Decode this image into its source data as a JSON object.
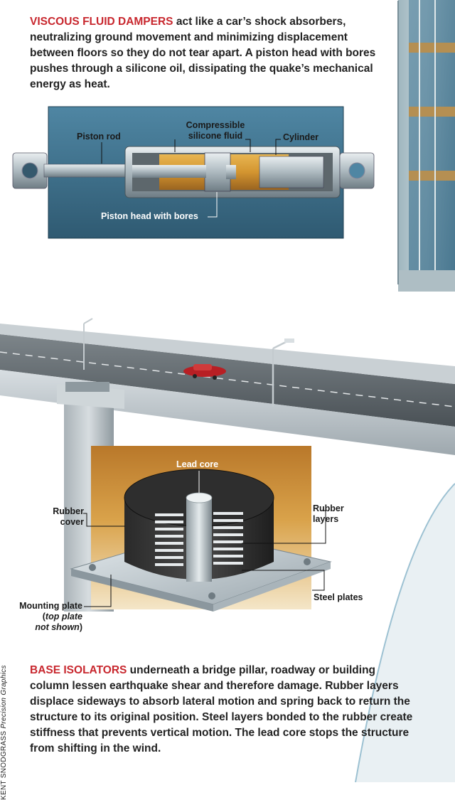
{
  "dampers": {
    "heading": "VISCOUS FLUID DAMPERS",
    "body": " act like a car’s shock absorbers, neutralizing ground movement and minimizing displacement between floors so they do not tear apart. A piston head with bores pushes through a silicone oil, dissipating the quake’s mechanical energy as heat.",
    "labels": {
      "piston_rod": "Piston rod",
      "fluid_line1": "Compressible",
      "fluid_line2": "silicone fluid",
      "cylinder": "Cylinder",
      "piston_head": "Piston head with bores"
    }
  },
  "isolators": {
    "heading": "BASE ISOLATORS",
    "body": " underneath a bridge pillar, roadway or building column lessen earthquake shear and therefore damage. Rubber layers displace sideways to absorb lateral motion and spring back to return the structure to its original position. Steel layers bonded to the rubber create stiffness that prevents vertical motion. The lead core stops the structure from shifting in the wind.",
    "labels": {
      "lead_core": "Lead core",
      "rubber_cover_1": "Rubber",
      "rubber_cover_2": "cover",
      "rubber_layers_1": "Rubber",
      "rubber_layers_2": "layers",
      "steel_plates": "Steel plates",
      "mounting_1": "Mounting plate",
      "mounting_2a": "(",
      "mounting_2b": "top plate",
      "mounting_3": "not shown",
      "mounting_3b": ")"
    }
  },
  "credit": {
    "name": "KENT SNODGRASS ",
    "org": "Precision Graphics"
  },
  "colors": {
    "accent": "#c8272e",
    "fluid": "#d9a33a",
    "diagram_bg_top": "#3d6f8a",
    "isolator_bg": "#c98a2e"
  }
}
